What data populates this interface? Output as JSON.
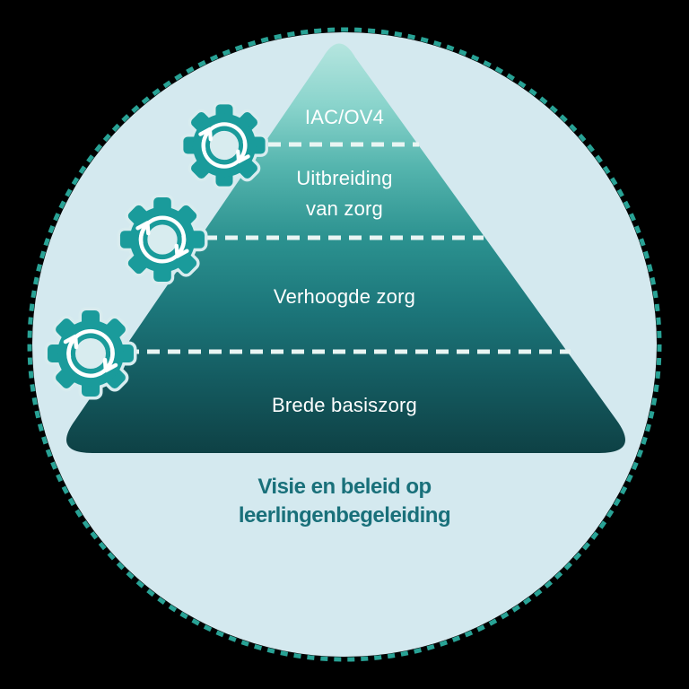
{
  "diagram": {
    "type": "care-continuum-pyramid",
    "circle": {
      "fill": "#d4e9ef",
      "border_color": "#28a295",
      "border_style": "dashed"
    },
    "pyramid": {
      "gradient_top": "#b5e5df",
      "gradient_bottom": "#0e4145",
      "divider_color": "#e9f5f3",
      "label_color": "#ffffff",
      "levels": [
        {
          "id": "iac-ov4",
          "lines": [
            "IAC/OV4"
          ]
        },
        {
          "id": "uitbreiding-van-zorg",
          "lines": [
            "Uitbreiding",
            "van zorg"
          ]
        },
        {
          "id": "verhoogde-zorg",
          "lines": [
            "Verhoogde zorg"
          ]
        },
        {
          "id": "brede-basiszorg",
          "lines": [
            "Brede basiszorg"
          ]
        }
      ]
    },
    "footer": {
      "color": "#19707a",
      "lines": [
        "Visie en beleid op",
        "leerlingenbegeleiding"
      ]
    },
    "icons": {
      "gear": {
        "name": "gear-sync-icon",
        "count": 3,
        "color": "#1a9b9b",
        "arrow_color": "#ffffff"
      }
    }
  }
}
